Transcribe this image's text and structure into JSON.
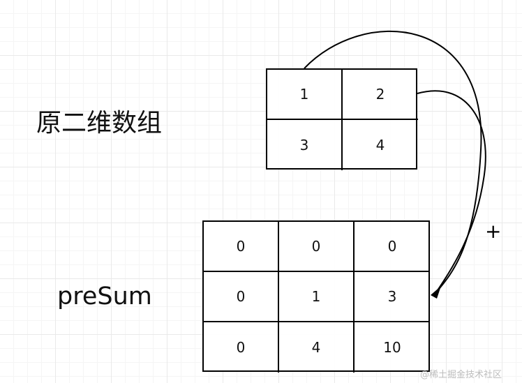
{
  "labels": {
    "top": "原二维数组",
    "bottom": "preSum"
  },
  "operator": "+",
  "watermark": "@稀土掘金技术社区",
  "matrices": {
    "original": [
      [
        "1",
        "2"
      ],
      [
        "3",
        "4"
      ]
    ],
    "prefix_sum": [
      [
        "0",
        "0",
        "0"
      ],
      [
        "0",
        "1",
        "3"
      ],
      [
        "0",
        "4",
        "10"
      ]
    ]
  }
}
